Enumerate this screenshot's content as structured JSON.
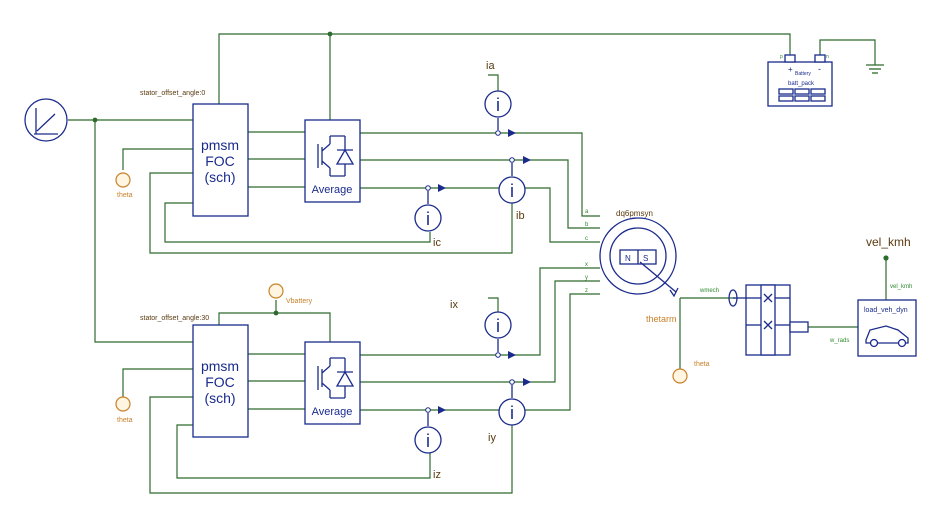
{
  "top_drive": {
    "offset_label": "stator_offset_angle:0",
    "controller_lines": [
      "pmsm",
      "FOC",
      "(sch)"
    ],
    "inverter_label": "Average",
    "theta_label": "theta"
  },
  "bottom_drive": {
    "offset_label": "stator_offset_angle:30",
    "controller_lines": [
      "pmsm",
      "FOC",
      "(sch)"
    ],
    "inverter_label": "Average",
    "theta_label": "theta",
    "vbattery_label": "Vbattery"
  },
  "sensors": {
    "ia": "ia",
    "ib": "ib",
    "ic": "ic",
    "ix": "ix",
    "iy": "iy",
    "iz": "iz",
    "glyph": "i"
  },
  "machine": {
    "name": "dq6pmsyn",
    "pole_n": "N",
    "pole_s": "S",
    "pins_left": [
      "a",
      "b",
      "c",
      "x",
      "y",
      "z"
    ],
    "wmech_label": "wmech",
    "thetarm_label": "thetarm",
    "theta_label": "theta"
  },
  "battery": {
    "name": "Battery",
    "instance": "batt_pack",
    "plus": "+",
    "minus": "-",
    "pin_p": "p",
    "pin_n": "n"
  },
  "vehicle": {
    "name": "load_veh_dyn",
    "speed_label": "vel_kmh",
    "speed_pin": "vel_kmh",
    "w_pin": "w_rads"
  },
  "icons": [
    "ramp-source-icon",
    "igbt-diode-icon",
    "ammeter-icon",
    "battery-icon",
    "ground-icon",
    "gearbox-icon",
    "clutch-icon",
    "car-icon",
    "probe-icon"
  ]
}
